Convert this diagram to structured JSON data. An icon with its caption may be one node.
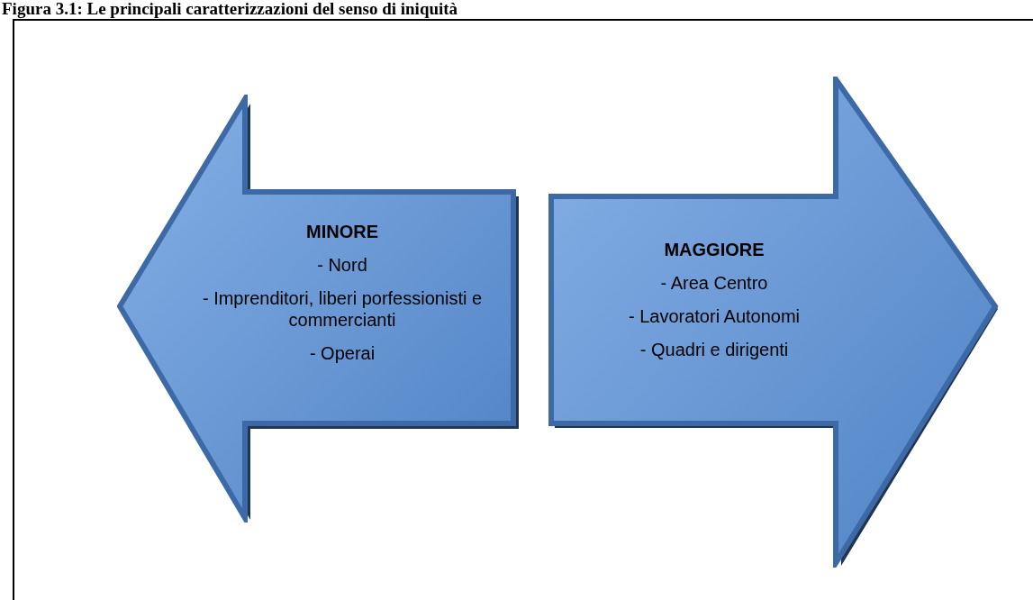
{
  "diagram": {
    "title": "Figura 3.1: Le principali caratterizzazioni del senso di iniquità",
    "nodes": [
      {
        "text": [
          "MINORE",
          "- Nord",
          "- Imprenditori, liberi porfessionisti e commercianti",
          "- Operai"
        ]
      },
      {
        "text": [
          "MAGGIORE",
          "- Area Centro",
          "- Lavoratori Autonomi",
          "- Quadri e dirigenti"
        ]
      }
    ]
  }
}
